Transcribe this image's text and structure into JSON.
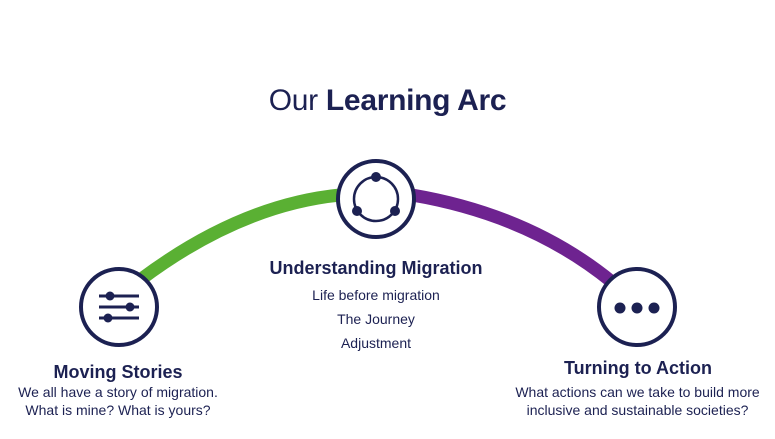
{
  "title": {
    "regular": "Our ",
    "bold": "Learning Arc"
  },
  "colors": {
    "navy": "#1c2152",
    "green": "#5ab033",
    "purple": "#6e2390"
  },
  "stages": [
    {
      "title": "Moving Stories",
      "icon": "sliders-icon",
      "lines": [
        "We all have a story of migration.",
        "What is mine? What is yours?"
      ]
    },
    {
      "title": "Understanding Migration",
      "icon": "cycle-icon",
      "items": [
        "Life before migration",
        "The Journey",
        "Adjustment"
      ]
    },
    {
      "title": "Turning to Action",
      "icon": "more-dots-icon",
      "lines": [
        "What actions can we take to build more",
        "inclusive and sustainable societies?"
      ]
    }
  ]
}
